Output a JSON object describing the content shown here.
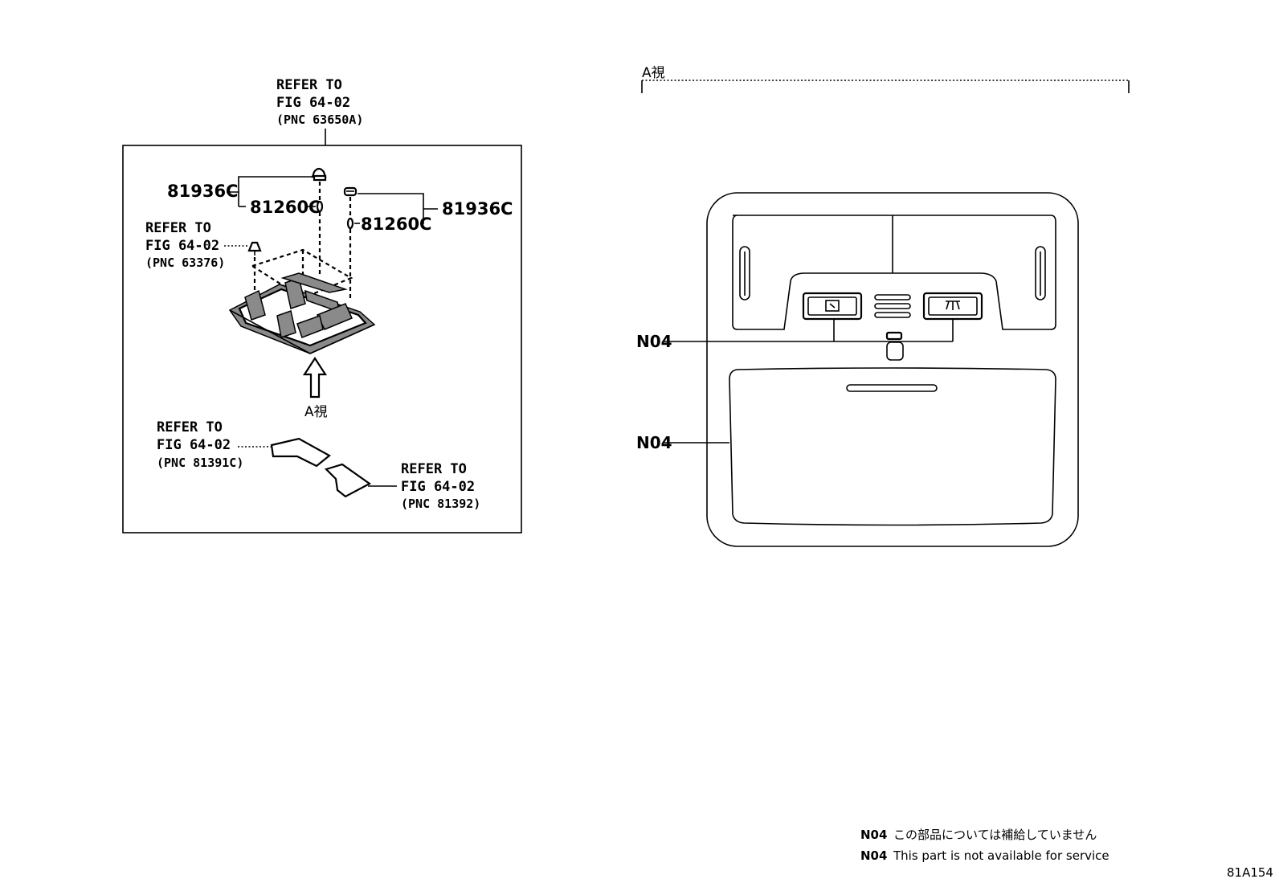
{
  "left_panel": {
    "top_ref": {
      "line1": "REFER TO",
      "line2": "FIG 64-02",
      "line3": "(PNC 63650A)"
    },
    "left_pin_ref": {
      "line1": "REFER TO",
      "line2": "FIG 64-02",
      "line3": "(PNC 63376)"
    },
    "pad_ref_left": {
      "line1": "REFER TO",
      "line2": "FIG 64-02",
      "line3": "(PNC 81391C)"
    },
    "pad_ref_right": {
      "line1": "REFER TO",
      "line2": "FIG 64-02",
      "line3": "(PNC 81392)"
    },
    "part_81936c_left": "81936C",
    "part_81260c_left": "81260C",
    "part_81936c_right": "81936C",
    "part_81260c_right": "81260C",
    "view_arrow_label": "A視"
  },
  "right_panel": {
    "view_label": "A視",
    "callout_upper": "N04",
    "callout_lower": "N04"
  },
  "footnotes": {
    "jp_code": "N04",
    "jp_text": "この部品については補給していません",
    "en_code": "N04",
    "en_text": "This part is not available for service"
  },
  "figure_id": "81A154"
}
